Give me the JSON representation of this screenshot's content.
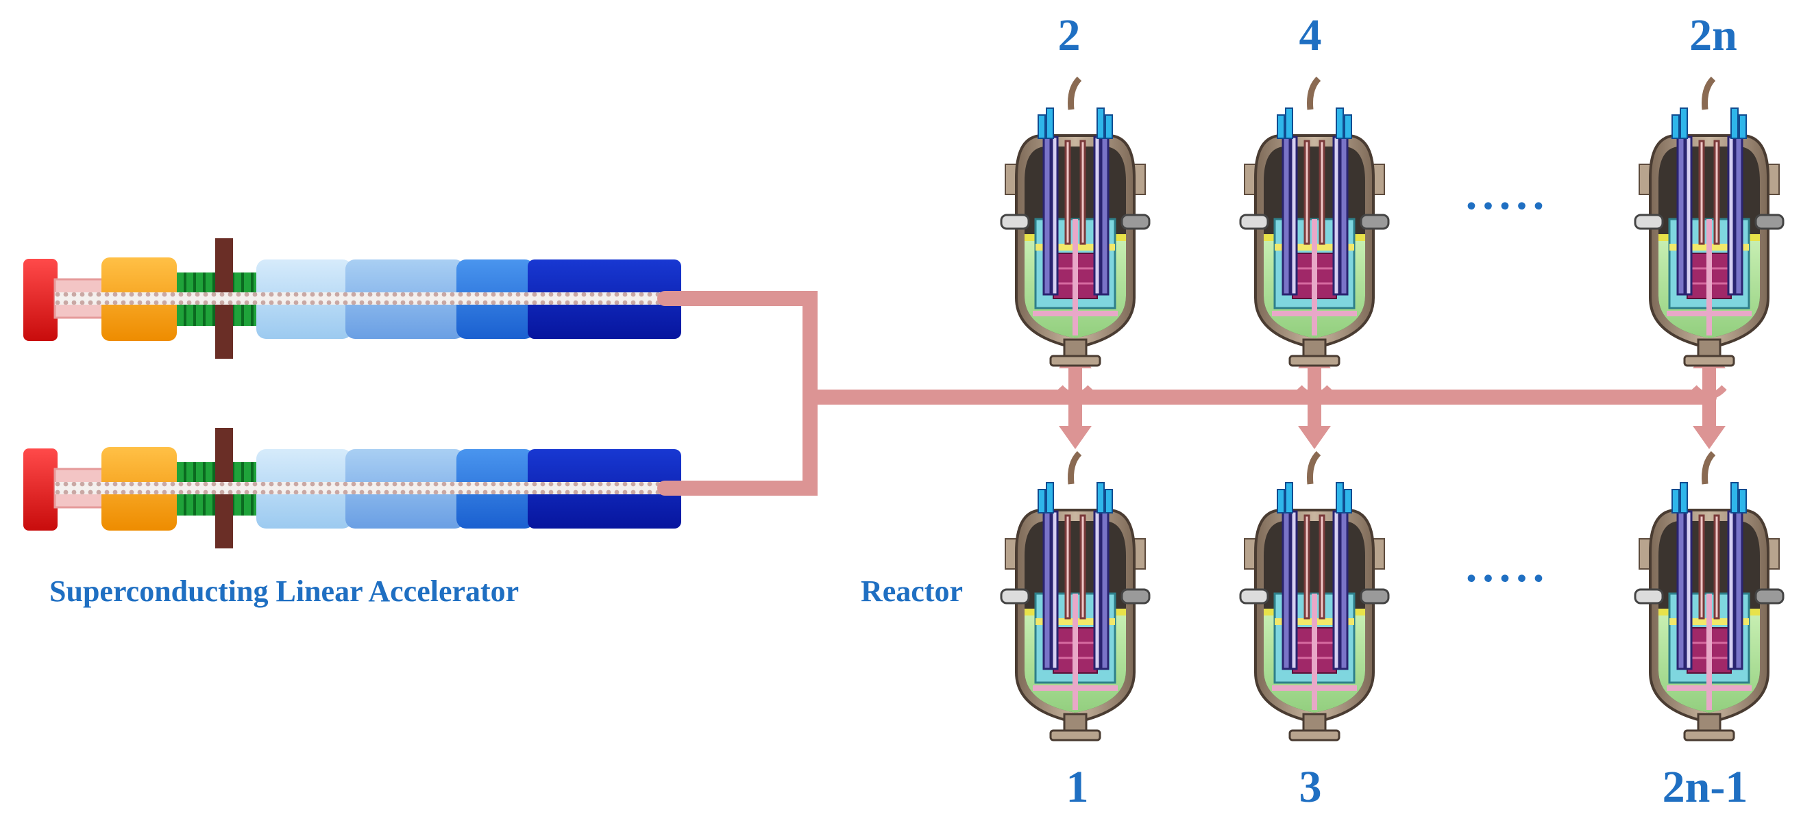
{
  "labels": {
    "accelerator": "Superconducting Linear Accelerator",
    "reactor": "Reactor"
  },
  "reactor_numbers": {
    "top": [
      "2",
      "4",
      "2n"
    ],
    "bottom": [
      "1",
      "3",
      "2n-1"
    ]
  },
  "ellipsis": ".....",
  "colors": {
    "label_blue": "#1f6fc2",
    "beam_pipe": "#dc9494",
    "accent_red": "#e01818",
    "accent_orange": "#f59a0a",
    "accent_green": "#22a83a",
    "accent_brown": "#6a2e26",
    "vessel_tan": "#b8a48e",
    "vessel_dark": "#4a3c32",
    "pool_green": "#b9e6a8",
    "core_magenta": "#a02868"
  }
}
